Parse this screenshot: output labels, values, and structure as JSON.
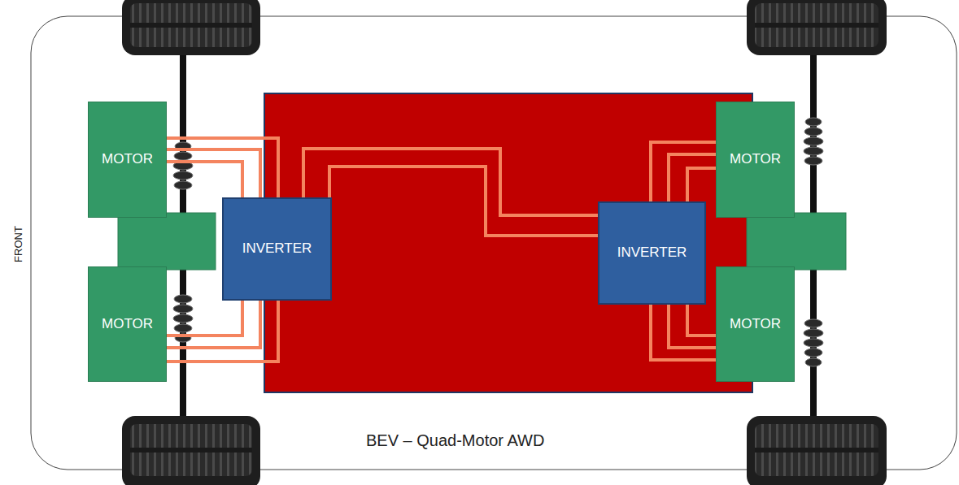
{
  "diagram": {
    "title": "BEV – Quad-Motor AWD",
    "nodes": [
      {
        "text": [
          "MOTOR"
        ]
      },
      {
        "text": [
          "INVERTER"
        ]
      },
      {
        "text": [
          "MOTOR"
        ]
      },
      {
        "text": [
          "INVERTER"
        ]
      },
      {
        "text": [
          "MOTOR"
        ]
      },
      {
        "text": [
          "MOTOR"
        ]
      }
    ],
    "edges": [
      {
        "from": 1,
        "to": 0,
        "arrow": "none"
      },
      {
        "from": 1,
        "to": 0,
        "arrow": "none"
      },
      {
        "from": 1,
        "to": 0,
        "arrow": "none"
      },
      {
        "from": 1,
        "to": 2,
        "arrow": "none"
      },
      {
        "from": 1,
        "to": 2,
        "arrow": "none"
      },
      {
        "from": 1,
        "to": 2,
        "arrow": "none"
      },
      {
        "from": 1,
        "to": 3,
        "arrow": "none"
      },
      {
        "from": 1,
        "to": 3,
        "arrow": "none"
      },
      {
        "from": 3,
        "to": 4,
        "arrow": "none"
      },
      {
        "from": 3,
        "to": 4,
        "arrow": "none"
      },
      {
        "from": 3,
        "to": 4,
        "arrow": "none"
      },
      {
        "from": 3,
        "to": 5,
        "arrow": "none"
      },
      {
        "from": 3,
        "to": 5,
        "arrow": "none"
      },
      {
        "from": 3,
        "to": 5,
        "arrow": "none"
      }
    ],
    "labels": [
      "FRONT"
    ]
  }
}
